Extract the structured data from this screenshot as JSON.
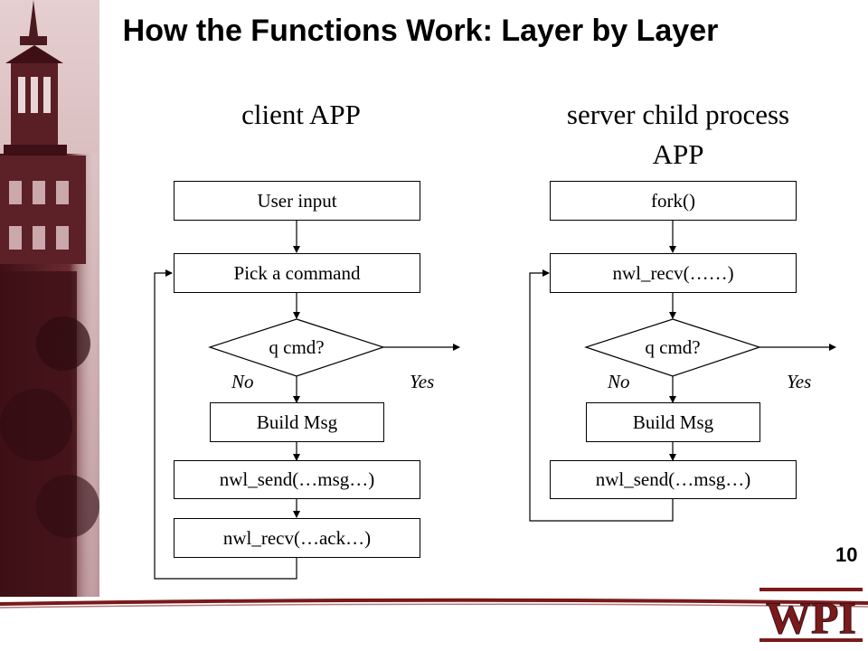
{
  "slide": {
    "title": "How the Functions Work: Layer by Layer",
    "page_number": "10",
    "logo_text": "WPI"
  },
  "client": {
    "title": "client APP",
    "boxes": [
      "User input",
      "Pick a command",
      "Build Msg",
      "nwl_send(…msg…)",
      "nwl_recv(…ack…)"
    ],
    "decision": "q cmd?",
    "no_label": "No",
    "yes_label": "Yes"
  },
  "server": {
    "title_line1": "server child process",
    "title_line2": "APP",
    "boxes": [
      "fork()",
      "nwl_recv(……)",
      "Build Msg",
      "nwl_send(…msg…)"
    ],
    "decision": "q cmd?",
    "no_label": "No",
    "yes_label": "Yes"
  },
  "colors": {
    "brand": "#7a1a1a",
    "sidebar_dark": "#3e1016",
    "sidebar_light": "#d9b6b8"
  }
}
